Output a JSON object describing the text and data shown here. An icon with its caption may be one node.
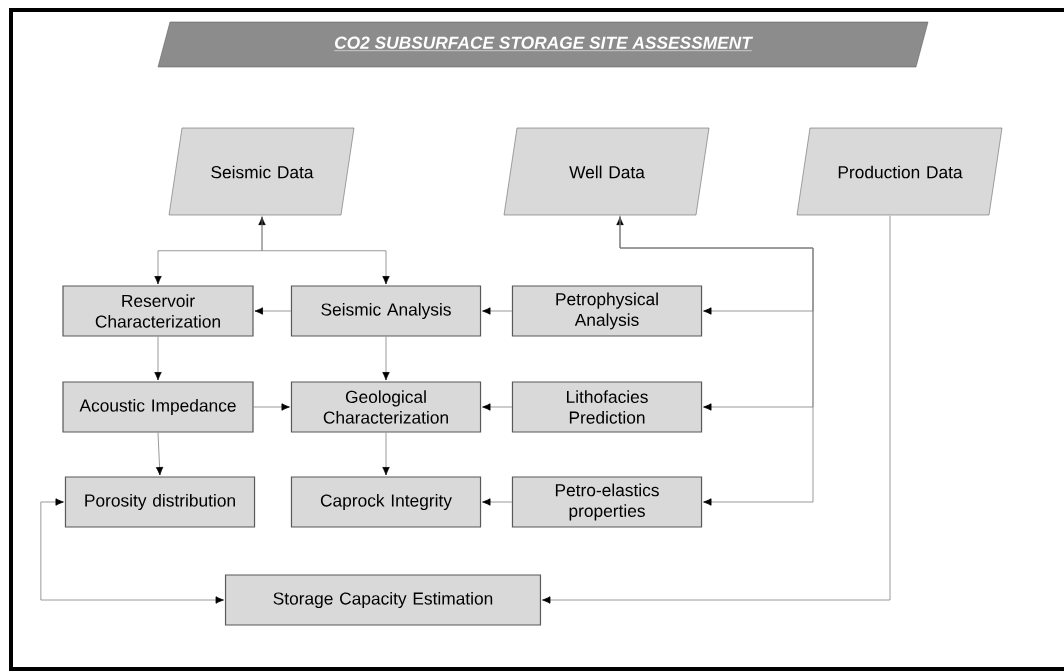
{
  "diagram": {
    "title": "CO2 SUBSURFACE STORAGE SITE ASSESSMENT",
    "nodes": [
      {
        "text": [
          "Seismic Data"
        ]
      },
      {
        "text": [
          "Well Data"
        ]
      },
      {
        "text": [
          "Production Data"
        ]
      },
      {
        "text": [
          "Reservoir Characterization"
        ]
      },
      {
        "text": [
          "Seismic Analysis"
        ]
      },
      {
        "text": [
          "Petrophysical Analysis"
        ]
      },
      {
        "text": [
          "Acoustic Impedance"
        ]
      },
      {
        "text": [
          "Geological Characterization"
        ]
      },
      {
        "text": [
          "Lithofacies Prediction"
        ]
      },
      {
        "text": [
          "Porosity distribution"
        ]
      },
      {
        "text": [
          "Caprock Integrity"
        ]
      },
      {
        "text": [
          "Petro-elastics properties"
        ]
      },
      {
        "text": [
          "Storage Capacity Estimation"
        ]
      }
    ],
    "edges": [
      {
        "from": 0,
        "to": 3,
        "arrow": "both"
      },
      {
        "from": 0,
        "to": 4,
        "arrow": "to"
      },
      {
        "from": 1,
        "to": 5,
        "arrow": "both"
      },
      {
        "from": 1,
        "to": 8,
        "arrow": "to"
      },
      {
        "from": 1,
        "to": 11,
        "arrow": "to"
      },
      {
        "from": 4,
        "to": 3,
        "arrow": "to"
      },
      {
        "from": 5,
        "to": 4,
        "arrow": "to"
      },
      {
        "from": 3,
        "to": 6,
        "arrow": "to"
      },
      {
        "from": 4,
        "to": 7,
        "arrow": "to"
      },
      {
        "from": 6,
        "to": 7,
        "arrow": "to"
      },
      {
        "from": 8,
        "to": 7,
        "arrow": "to"
      },
      {
        "from": 6,
        "to": 9,
        "arrow": "to"
      },
      {
        "from": 7,
        "to": 10,
        "arrow": "to"
      },
      {
        "from": 11,
        "to": 10,
        "arrow": "to"
      },
      {
        "from": 2,
        "to": 12,
        "arrow": "to"
      },
      {
        "from": 9,
        "to": 12,
        "arrow": "both"
      }
    ]
  }
}
